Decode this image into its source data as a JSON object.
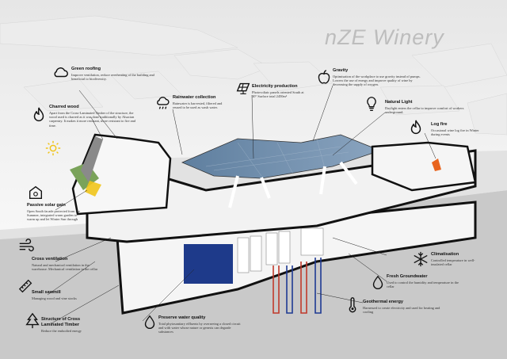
{
  "title": "nZE Winery",
  "colors": {
    "ink": "#111111",
    "ground": "#c7c7c7",
    "solar": "#5a7898",
    "roof": "#7aa35a",
    "sun": "#f0c419",
    "water": "#1e3a8a",
    "fire": "#e8641e",
    "pipe_hot": "#c0392b",
    "pipe_cold": "#1f3a93"
  },
  "annotations": [
    {
      "id": "green-roofing",
      "icon": "cloud-icon",
      "heading": "Green roofing",
      "text": "Improve ventilation, reduce overheating of the building and beneficial to biodiversity."
    },
    {
      "id": "charred-wood",
      "icon": "flame-icon",
      "heading": "Charred wood",
      "text": "Apart from the Cross-Laminated Timber of the structure, the wood used is charred as it was done traditionally by Alsacian carpentry. It makes it more resistant, more resistant to fire and time."
    },
    {
      "id": "rainwater-collection",
      "icon": "rain-icon",
      "heading": "Rainwater collection",
      "text": "Rainwater is harvested, filtered and reused to be used as wash water."
    },
    {
      "id": "electricity-production",
      "icon": "solar-panel-icon",
      "heading": "Electricity production",
      "text": "Photovoltaic panels oriented South at 30° Surface total 2450m²"
    },
    {
      "id": "gravity",
      "icon": "apple-icon",
      "heading": "Gravity",
      "text": "Optimisation of the workplace to use gravity instead of pumps. Lowers the use of energy and improve quality of wine by decreasing the supply of oxygen."
    },
    {
      "id": "natural-light",
      "icon": "lightbulb-icon",
      "heading": "Natural Light",
      "text": "Daylight enters the cellar to improve comfort of workers underground."
    },
    {
      "id": "log-fire",
      "icon": "flame-icon",
      "heading": "Log fire",
      "text": "Occasional wine log fire in Winter during events"
    },
    {
      "id": "passive-solar-gain",
      "icon": "house-sun-icon",
      "heading": "Passive solar gain",
      "text": "Open South facade protected from the Summer, integrated warm garden to warm up and let Winter Sun through"
    },
    {
      "id": "cross-ventilation",
      "icon": "ventilation-icon",
      "heading": "Cross ventilation",
      "text": "Natural and mechanical ventilation in the warehouse. Mechanical ventilation in the cellar"
    },
    {
      "id": "small-sawmill",
      "icon": "saw-icon",
      "heading": "Small sawmill",
      "text": "Managing wood and vine stocks"
    },
    {
      "id": "structure-clt",
      "icon": "tree-icon",
      "heading": "Structure of Cross Laminated Timber",
      "text": "Reduce the embodied energy"
    },
    {
      "id": "preserve-water-quality",
      "icon": "water-drop-icon",
      "heading": "Preserve water quality",
      "text": "Total phytosanitary effluents by overseeing a closed circuit and with water whose nature or genesis can degrade substances"
    },
    {
      "id": "climatisation",
      "icon": "snowflake-icon",
      "heading": "Climatisation",
      "text": "Controlled temperature in well-insulated cellar"
    },
    {
      "id": "fresh-groundwater",
      "icon": "water-drop-icon",
      "heading": "Fresh Groundwater",
      "text": "Used to control the humidity and temperature in the cellar"
    },
    {
      "id": "geothermal-energy",
      "icon": "thermometer-icon",
      "heading": "Geothermal energy",
      "text": "Harnessed to create electricity and used for heating and cooling"
    }
  ]
}
